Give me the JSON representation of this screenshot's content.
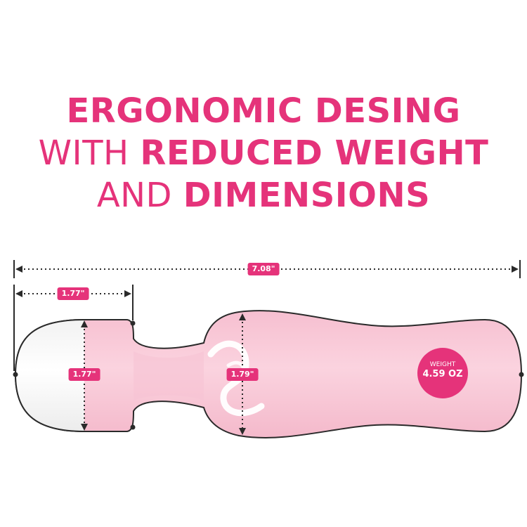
{
  "headline": {
    "line1_bold": "ERGONOMIC DESING",
    "line2_light": "WITH ",
    "line2_bold": "REDUCED WEIGHT",
    "line3_light": "AND ",
    "line3_bold": "DIMENSIONS"
  },
  "dimensions": {
    "total_length": "7.08\"",
    "head_length": "1.77\"",
    "head_diameter": "1.77\"",
    "handle_diameter": "1.79\""
  },
  "weight": {
    "label": "WEIGHT",
    "value": "4.59 OZ"
  },
  "colors": {
    "accent": "#e5337a",
    "body_pink": "#f8c8d6",
    "head_white": "#fafafa",
    "outline": "#2a2a2a"
  }
}
